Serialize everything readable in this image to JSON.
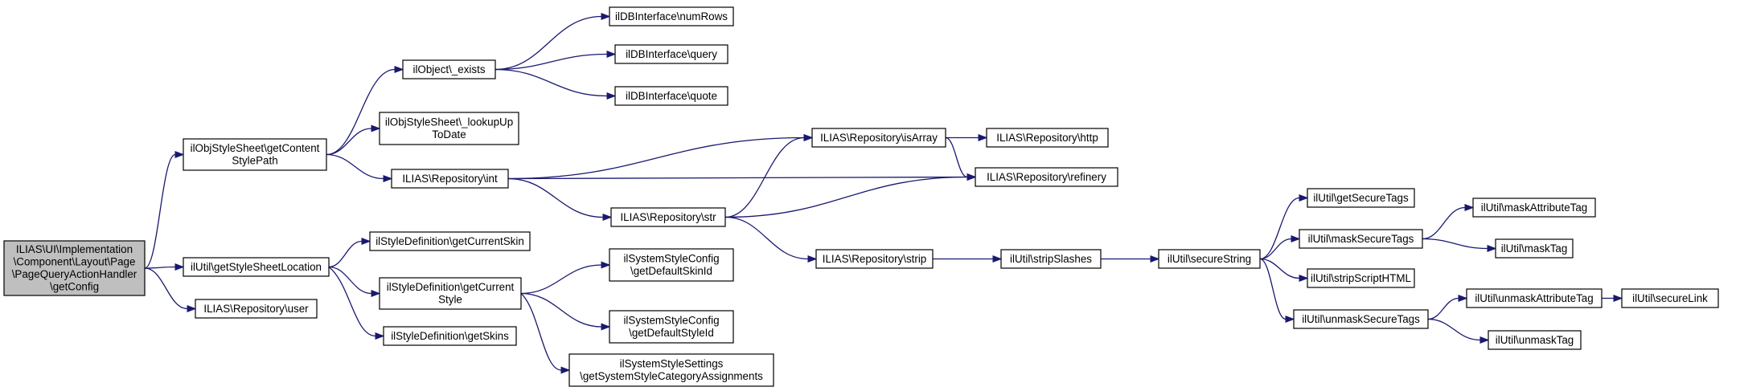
{
  "graph": {
    "edge_color": "#191970",
    "root_fill": "#bfbfbf",
    "nodes": [
      {
        "id": "root",
        "lines": [
          "ILIAS\\UI\\Implementation",
          "\\Component\\Layout\\Page",
          "\\PageQueryActionHandler",
          "\\getConfig"
        ],
        "root": true
      },
      {
        "id": "getContentStylePath",
        "lines": [
          "ilObjStyleSheet\\getContent",
          "StylePath"
        ]
      },
      {
        "id": "getStyleSheetLocation",
        "lines": [
          "ilUtil\\getStyleSheetLocation"
        ]
      },
      {
        "id": "repoUser",
        "lines": [
          "ILIAS\\Repository\\user"
        ]
      },
      {
        "id": "objExists",
        "lines": [
          "ilObject\\_exists"
        ]
      },
      {
        "id": "lookupUpToDate",
        "lines": [
          "ilObjStyleSheet\\_lookupUp",
          "ToDate"
        ]
      },
      {
        "id": "repoInt",
        "lines": [
          "ILIAS\\Repository\\int"
        ]
      },
      {
        "id": "numRows",
        "lines": [
          "ilDBInterface\\numRows"
        ]
      },
      {
        "id": "query",
        "lines": [
          "ilDBInterface\\query"
        ]
      },
      {
        "id": "quote",
        "lines": [
          "ilDBInterface\\quote"
        ]
      },
      {
        "id": "getCurrentSkin",
        "lines": [
          "ilStyleDefinition\\getCurrentSkin"
        ]
      },
      {
        "id": "getCurrentStyle",
        "lines": [
          "ilStyleDefinition\\getCurrent",
          "Style"
        ]
      },
      {
        "id": "getSkins",
        "lines": [
          "ilStyleDefinition\\getSkins"
        ]
      },
      {
        "id": "defaultSkinId",
        "lines": [
          "ilSystemStyleConfig",
          "\\getDefaultSkinId"
        ]
      },
      {
        "id": "defaultStyleId",
        "lines": [
          "ilSystemStyleConfig",
          "\\getDefaultStyleId"
        ]
      },
      {
        "id": "categoryAssignments",
        "lines": [
          "ilSystemStyleSettings",
          "\\getSystemStyleCategoryAssignments"
        ]
      },
      {
        "id": "repoStr",
        "lines": [
          "ILIAS\\Repository\\str"
        ]
      },
      {
        "id": "isArray",
        "lines": [
          "ILIAS\\Repository\\isArray"
        ]
      },
      {
        "id": "strip",
        "lines": [
          "ILIAS\\Repository\\strip"
        ]
      },
      {
        "id": "http",
        "lines": [
          "ILIAS\\Repository\\http"
        ]
      },
      {
        "id": "refinery",
        "lines": [
          "ILIAS\\Repository\\refinery"
        ]
      },
      {
        "id": "stripSlashes",
        "lines": [
          "ilUtil\\stripSlashes"
        ]
      },
      {
        "id": "secureString",
        "lines": [
          "ilUtil\\secureString"
        ]
      },
      {
        "id": "getSecureTags",
        "lines": [
          "ilUtil\\getSecureTags"
        ]
      },
      {
        "id": "maskSecureTags",
        "lines": [
          "ilUtil\\maskSecureTags"
        ]
      },
      {
        "id": "stripScriptHTML",
        "lines": [
          "ilUtil\\stripScriptHTML"
        ]
      },
      {
        "id": "unmaskSecureTags",
        "lines": [
          "ilUtil\\unmaskSecureTags"
        ]
      },
      {
        "id": "maskAttributeTag",
        "lines": [
          "ilUtil\\maskAttributeTag"
        ]
      },
      {
        "id": "maskTag",
        "lines": [
          "ilUtil\\maskTag"
        ]
      },
      {
        "id": "unmaskAttributeTag",
        "lines": [
          "ilUtil\\unmaskAttributeTag"
        ]
      },
      {
        "id": "unmaskTag",
        "lines": [
          "ilUtil\\unmaskTag"
        ]
      },
      {
        "id": "secureLink",
        "lines": [
          "ilUtil\\secureLink"
        ]
      }
    ],
    "edges": [
      [
        "root",
        "getContentStylePath"
      ],
      [
        "root",
        "getStyleSheetLocation"
      ],
      [
        "root",
        "repoUser"
      ],
      [
        "getContentStylePath",
        "objExists"
      ],
      [
        "getContentStylePath",
        "lookupUpToDate"
      ],
      [
        "getContentStylePath",
        "repoInt"
      ],
      [
        "objExists",
        "numRows"
      ],
      [
        "objExists",
        "query"
      ],
      [
        "objExists",
        "quote"
      ],
      [
        "getStyleSheetLocation",
        "getCurrentSkin"
      ],
      [
        "getStyleSheetLocation",
        "getCurrentStyle"
      ],
      [
        "getStyleSheetLocation",
        "getSkins"
      ],
      [
        "getCurrentStyle",
        "defaultSkinId"
      ],
      [
        "getCurrentStyle",
        "defaultStyleId"
      ],
      [
        "getCurrentStyle",
        "categoryAssignments"
      ],
      [
        "repoInt",
        "isArray"
      ],
      [
        "repoInt",
        "refinery"
      ],
      [
        "repoInt",
        "repoStr"
      ],
      [
        "repoStr",
        "isArray"
      ],
      [
        "repoStr",
        "refinery"
      ],
      [
        "repoStr",
        "strip"
      ],
      [
        "isArray",
        "http"
      ],
      [
        "isArray",
        "refinery"
      ],
      [
        "strip",
        "stripSlashes"
      ],
      [
        "stripSlashes",
        "secureString"
      ],
      [
        "secureString",
        "getSecureTags"
      ],
      [
        "secureString",
        "maskSecureTags"
      ],
      [
        "secureString",
        "stripScriptHTML"
      ],
      [
        "secureString",
        "unmaskSecureTags"
      ],
      [
        "maskSecureTags",
        "maskAttributeTag"
      ],
      [
        "maskSecureTags",
        "maskTag"
      ],
      [
        "unmaskSecureTags",
        "unmaskAttributeTag"
      ],
      [
        "unmaskSecureTags",
        "unmaskTag"
      ],
      [
        "unmaskAttributeTag",
        "secureLink"
      ]
    ]
  }
}
